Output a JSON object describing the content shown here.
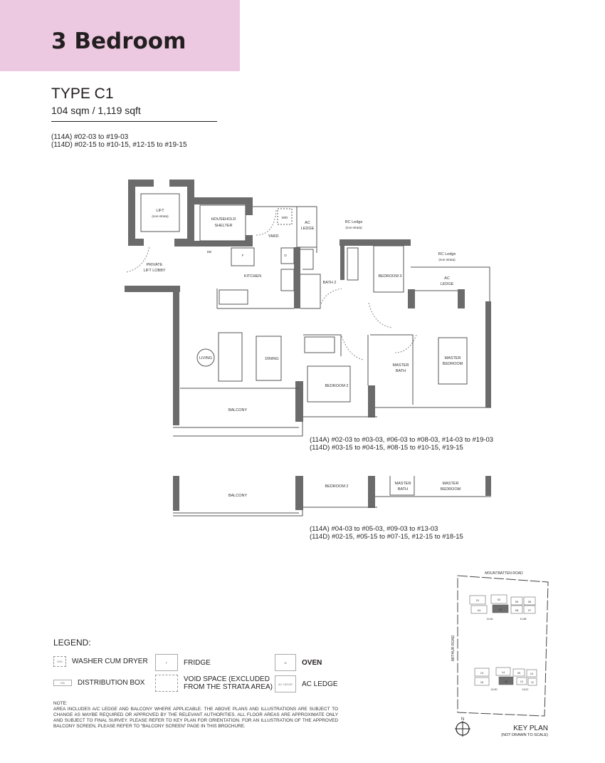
{
  "header": {
    "title": "3 Bedroom",
    "color": "#edc9e1"
  },
  "unit_type": {
    "name": "TYPE C1",
    "area": "104 sqm / 1,119 sqft"
  },
  "applicable_units": [
    "(114A) #02-03 to #19-03",
    "(114D) #02-15 to #10-15, #12-15 to #19-15"
  ],
  "plan": {
    "rooms": {
      "lift": "LIFT",
      "lift_sub": "(non-strata)",
      "shelter_1": "HOUSEHOLD",
      "shelter_2": "SHELTER",
      "wd": "W/D",
      "yard": "YARD",
      "ac_ledge_1a": "AC",
      "ac_ledge_1b": "LEDGE",
      "rc_ledge_1": "RC Ledge",
      "rc_ledge_1_sub": "(non-strata)",
      "rc_ledge_2": "RC Ledge",
      "rc_ledge_2_sub": "(non-strata)",
      "db": "DB",
      "fridge": "F",
      "oven": "O",
      "lobby_1": "PRIVATE",
      "lobby_2": "LIFT LOBBY",
      "kitchen": "KITCHEN",
      "bath2": "BATH 2",
      "bedroom3": "BEDROOM 3",
      "ac_ledge_2a": "AC",
      "ac_ledge_2b": "LEDGE",
      "living": "LIVING",
      "dining": "DINING",
      "bedroom2": "BEDROOM 2",
      "master_bath_1": "MASTER",
      "master_bath_2": "BATH",
      "master_bed_1": "MASTER",
      "master_bed_2": "BEDROOM",
      "balcony": "BALCONY"
    },
    "variant_1_units": [
      "(114A) #02-03 to #03-03, #06-03 to #08-03, #14-03 to #19-03",
      "(114D) #03-15 to #04-15, #08-15 to #10-15, #19-15"
    ],
    "variant_2": {
      "balcony": "BALCONY",
      "bedroom2": "BEDROOM 2",
      "master_bath_1": "MASTER",
      "master_bath_2": "BATH",
      "master_bed_1": "MASTER",
      "master_bed_2": "BEDROOM"
    },
    "variant_2_units": [
      "(114A) #04-03 to #05-03, #09-03 to #13-03",
      "(114D) #02-15, #05-15 to #07-15, #12-15 to #18-15"
    ]
  },
  "legend": {
    "title": "LEGEND:",
    "items": [
      {
        "symbol": "W/D",
        "label": "WASHER CUM DRYER"
      },
      {
        "symbol": "F",
        "label": "FRIDGE"
      },
      {
        "symbol": "O",
        "label": "OVEN"
      },
      {
        "symbol": "DB",
        "label": "DISTRIBUTION BOX"
      },
      {
        "symbol": "",
        "label": "VOID SPACE (EXCLUDED FROM THE STRATA AREA)"
      },
      {
        "symbol": "AC LEDGE",
        "label": "AC LEDGE"
      }
    ]
  },
  "note": {
    "title": "NOTE:",
    "text": "AREA INCLUDES A/C LEDGE AND BALCONY WHERE APPLICABLE. THE ABOVE PLANS AND ILLUSTRATIONS ARE SUBJECT TO CHANGE AS MAYBE REQUIRED OR APPROVED BY THE RELEVANT AUTHORITIES. ALL FLOOR AREAS ARE APPROXIMATE ONLY AND SUBJECT TO FINAL SURVEY. PLEASE REFER TO KEY PLAN FOR ORIENTATION. FOR AN ILLUSTRATION OF THE APPROVED BALCONY SCREEN, PLEASE REFER TO \"BALCONY SCREEN\" PAGE IN THIS BROCHURE."
  },
  "key_plan": {
    "title": "KEY PLAN",
    "subtitle": "(NOT DRAWN TO SCALE)",
    "road_top": "MOUNTBATTEN ROAD",
    "road_left": "ARTHUR ROAD",
    "north": "N",
    "blocks": {
      "a": "114A",
      "b": "114B",
      "c": "114C",
      "d": "114D"
    },
    "units": {
      "u01": "01",
      "u02": "02",
      "u03": "03",
      "u04": "04",
      "u05": "05",
      "u06": "06",
      "u07": "07",
      "u08": "08",
      "u09": "09",
      "u10": "10",
      "u11": "11",
      "u12": "12",
      "u13": "13",
      "u14": "14",
      "u15": "15",
      "u16": "16"
    },
    "highlight_color": "#6d6d6d"
  }
}
